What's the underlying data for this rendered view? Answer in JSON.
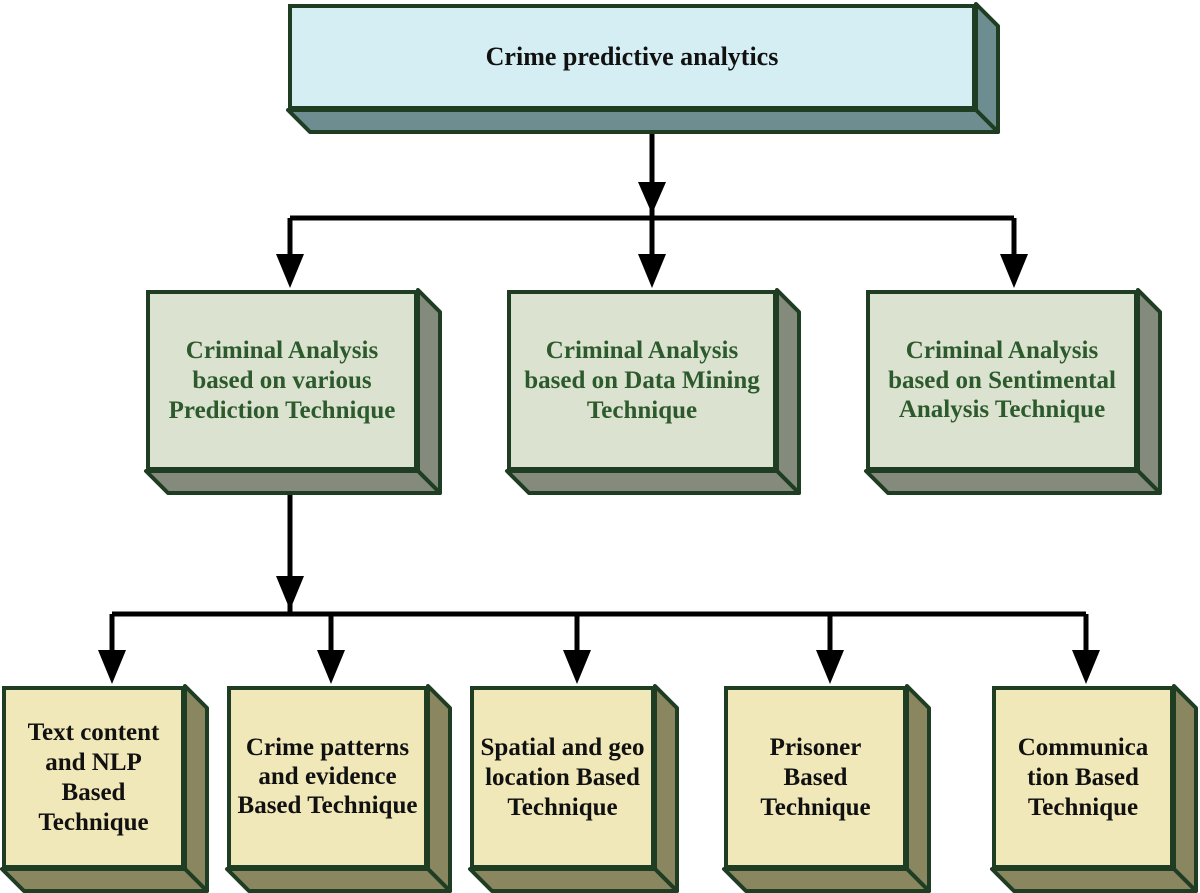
{
  "root": {
    "label": "Crime predictive analytics"
  },
  "level2": [
    {
      "label": "Criminal Analysis based on various Prediction Technique"
    },
    {
      "label": "Criminal Analysis based on Data Mining Technique"
    },
    {
      "label": "Criminal Analysis based on Sentimental Analysis Technique"
    }
  ],
  "level3": [
    {
      "label": "Text content and NLP Based Technique"
    },
    {
      "label": "Crime patterns and evidence Based Technique"
    },
    {
      "label": "Spatial and geo location Based Technique"
    },
    {
      "label": "Prisoner Based Technique"
    },
    {
      "label": "Communica tion Based Technique"
    }
  ],
  "colors": {
    "outline": "#1e3d22",
    "root_fill": "#d4eef3",
    "root_side": "#6e8d91",
    "mid_fill": "#dbe3d0",
    "mid_side": "#848a7c",
    "mid_text": "#2d5a2d",
    "bottom_fill": "#f0e8b8",
    "bottom_side": "#8a8660",
    "connector": "#000000"
  }
}
